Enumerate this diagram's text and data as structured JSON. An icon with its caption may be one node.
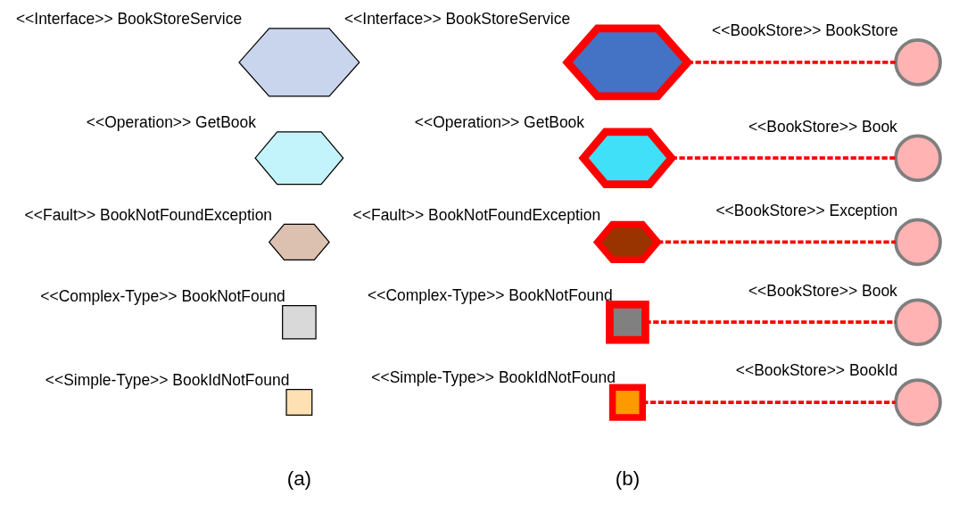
{
  "diagram": {
    "nodes": [
      {
        "text": [],
        "shape": "hexagon",
        "beside": [
          "<<Interface>> BookStoreService"
        ]
      },
      {
        "text": [],
        "shape": "hexagon",
        "beside": [
          "<<Operation>> GetBook"
        ]
      },
      {
        "text": [],
        "shape": "hexagon",
        "beside": [
          "<<Fault>> BookNotFoundException"
        ]
      },
      {
        "text": [],
        "shape": "box",
        "beside": [
          "<<Complex-Type>> BookNotFound"
        ]
      },
      {
        "text": [],
        "shape": "box",
        "beside": [
          "<<Simple-Type>> BookIdNotFound"
        ]
      },
      {
        "text": [],
        "shape": "hexagon",
        "beside": [
          "<<Interface>> BookStoreService"
        ]
      },
      {
        "text": [],
        "shape": "hexagon",
        "beside": [
          "<<Operation>> GetBook"
        ]
      },
      {
        "text": [],
        "shape": "hexagon",
        "beside": [
          "<<Fault>> BookNotFoundException"
        ]
      },
      {
        "text": [],
        "shape": "box",
        "beside": [
          "<<Complex-Type>> BookNotFound"
        ]
      },
      {
        "text": [],
        "shape": "box",
        "beside": [
          "<<Simple-Type>> BookIdNotFound"
        ]
      },
      {
        "text": [],
        "shape": "circle",
        "beside": [
          "<<BookStore>> BookStore"
        ]
      },
      {
        "text": [],
        "shape": "circle",
        "beside": [
          "<<BookStore>> Book"
        ]
      },
      {
        "text": [],
        "shape": "circle",
        "beside": [
          "<<BookStore>> Exception"
        ]
      },
      {
        "text": [],
        "shape": "circle",
        "beside": [
          "<<BookStore>> Book"
        ]
      },
      {
        "text": [],
        "shape": "circle",
        "beside": [
          "<<BookStore>> BookId"
        ]
      }
    ],
    "edges": [
      {
        "from": 5,
        "to": 10,
        "arrow": "none",
        "style": "dashed",
        "color": "#ff0000"
      },
      {
        "from": 6,
        "to": 11,
        "arrow": "none",
        "style": "dashed",
        "color": "#ff0000"
      },
      {
        "from": 7,
        "to": 12,
        "arrow": "none",
        "style": "dashed",
        "color": "#ff0000"
      },
      {
        "from": 8,
        "to": 13,
        "arrow": "none",
        "style": "dashed",
        "color": "#ff0000"
      },
      {
        "from": 9,
        "to": 14,
        "arrow": "none",
        "style": "dashed",
        "color": "#ff0000"
      }
    ],
    "labels": [
      "(a)",
      "(b)"
    ]
  }
}
